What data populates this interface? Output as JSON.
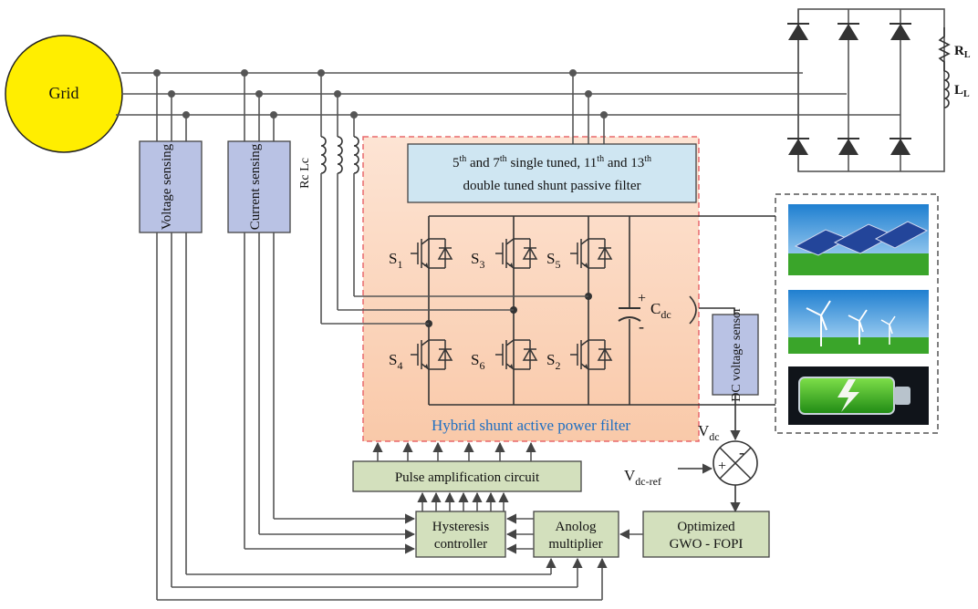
{
  "grid": {
    "label": "Grid",
    "fill": "#ffee00"
  },
  "load": {
    "r_label": "R",
    "r_sub": "L",
    "l_label": "L",
    "l_sub": "L"
  },
  "sensing": {
    "voltage": "Voltage sensing",
    "current": "Current sensing"
  },
  "coupling": {
    "label": "Rc Lc"
  },
  "passive_filter": {
    "line1_pre": "5",
    "line1_sup1": "th",
    "line1_mid": " and 7",
    "line1_sup2": "th",
    "line1_mid2": " single tuned, 11",
    "line1_sup3": "th",
    "line1_mid3": " and 13",
    "line1_sup4": "th",
    "line2": "double tuned shunt passive filter",
    "fill": "#cfe6f2"
  },
  "switches": [
    {
      "name": "S",
      "sub": "1"
    },
    {
      "name": "S",
      "sub": "3"
    },
    {
      "name": "S",
      "sub": "5"
    },
    {
      "name": "S",
      "sub": "4"
    },
    {
      "name": "S",
      "sub": "6"
    },
    {
      "name": "S",
      "sub": "2"
    }
  ],
  "capacitor": {
    "name": "C",
    "sub": "dc",
    "plus": "+",
    "minus": "-"
  },
  "dc_sensor": {
    "label": "DC voltage sensor",
    "fill": "#b9c2e4"
  },
  "hapf": {
    "label": "Hybrid shunt active power filter",
    "label_color": "#1f6fc2",
    "fill": "#fbd7c0",
    "border": "#e8686c"
  },
  "vdc": {
    "name": "V",
    "sub": "dc"
  },
  "vdc_ref": {
    "name": "V",
    "sub": "dc-ref"
  },
  "summer": {
    "plus": "+",
    "minus": "-"
  },
  "blocks": {
    "pulse": "Pulse amplification circuit",
    "hysteresis_1": "Hysteresis",
    "hysteresis_2": "controller",
    "analog_1": "Anolog",
    "analog_2": "multiplier",
    "gwo_1": "Optimized",
    "gwo_2": "GWO - FOPI",
    "fill": "#d3e0bd"
  },
  "sources": [
    "solar-panels",
    "wind-turbines",
    "battery"
  ],
  "colors": {
    "sky": "#2f8fd8",
    "grass": "#3aa52a",
    "panel": "#23459a"
  }
}
